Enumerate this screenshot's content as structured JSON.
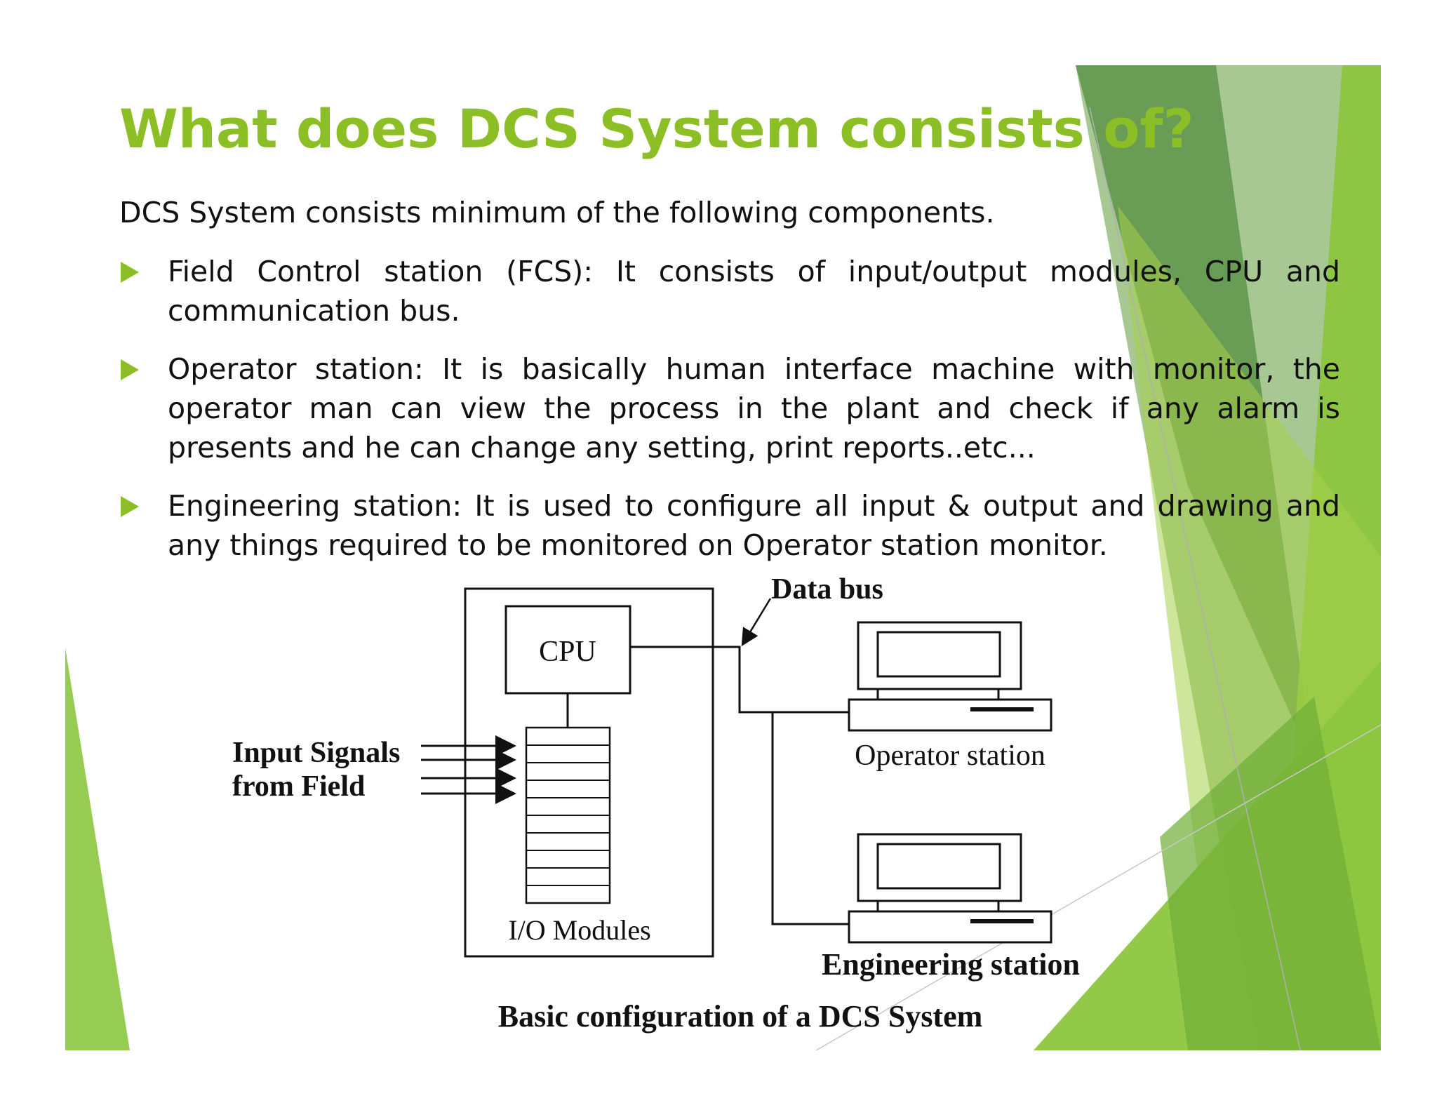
{
  "slide": {
    "title": "What does DCS System consists of?",
    "intro": "DCS System consists minimum of the following components.",
    "bullets": [
      {
        "text": "Field Control station (FCS): It consists of input/output modules, CPU and communication bus."
      },
      {
        "text": "Operator station: It is basically human interface machine with monitor, the operator man can view the process in the plant and check if any alarm is presents and he can change any setting, print reports..etc..."
      },
      {
        "text": "Engineering station: It is used to configure all input & output and drawing and any things required to be monitored on Operator station monitor."
      }
    ],
    "accent_color": "#8cbf26",
    "bullet_icon": "triangle-right-icon"
  },
  "diagram": {
    "cpu_label": "CPU",
    "io_label": "I/O Modules",
    "data_bus_label": "Data bus",
    "input_label_line1": "Input Signals",
    "input_label_line2": "from Field",
    "operator_label": "Operator station",
    "engineering_label": "Engineering station",
    "caption": "Basic configuration of a DCS System"
  }
}
